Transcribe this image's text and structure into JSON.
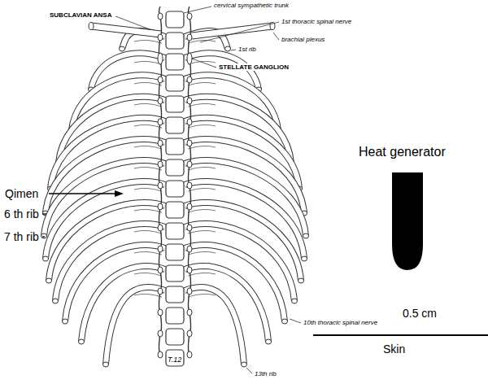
{
  "diagram": {
    "labels": [
      "SUBCLAVIAN ANSA",
      "cervical sympathetic trunk",
      "1st thoracic spinal nerve",
      "brachial plexus",
      "1st rib",
      "STELLATE GANGLION",
      "Qimen",
      "6 th rib",
      "7 th rib",
      "10th thoracic spinal nerve",
      "T.12",
      "13th rib",
      "Heat generator",
      "0.5 cm",
      "Skin"
    ]
  }
}
